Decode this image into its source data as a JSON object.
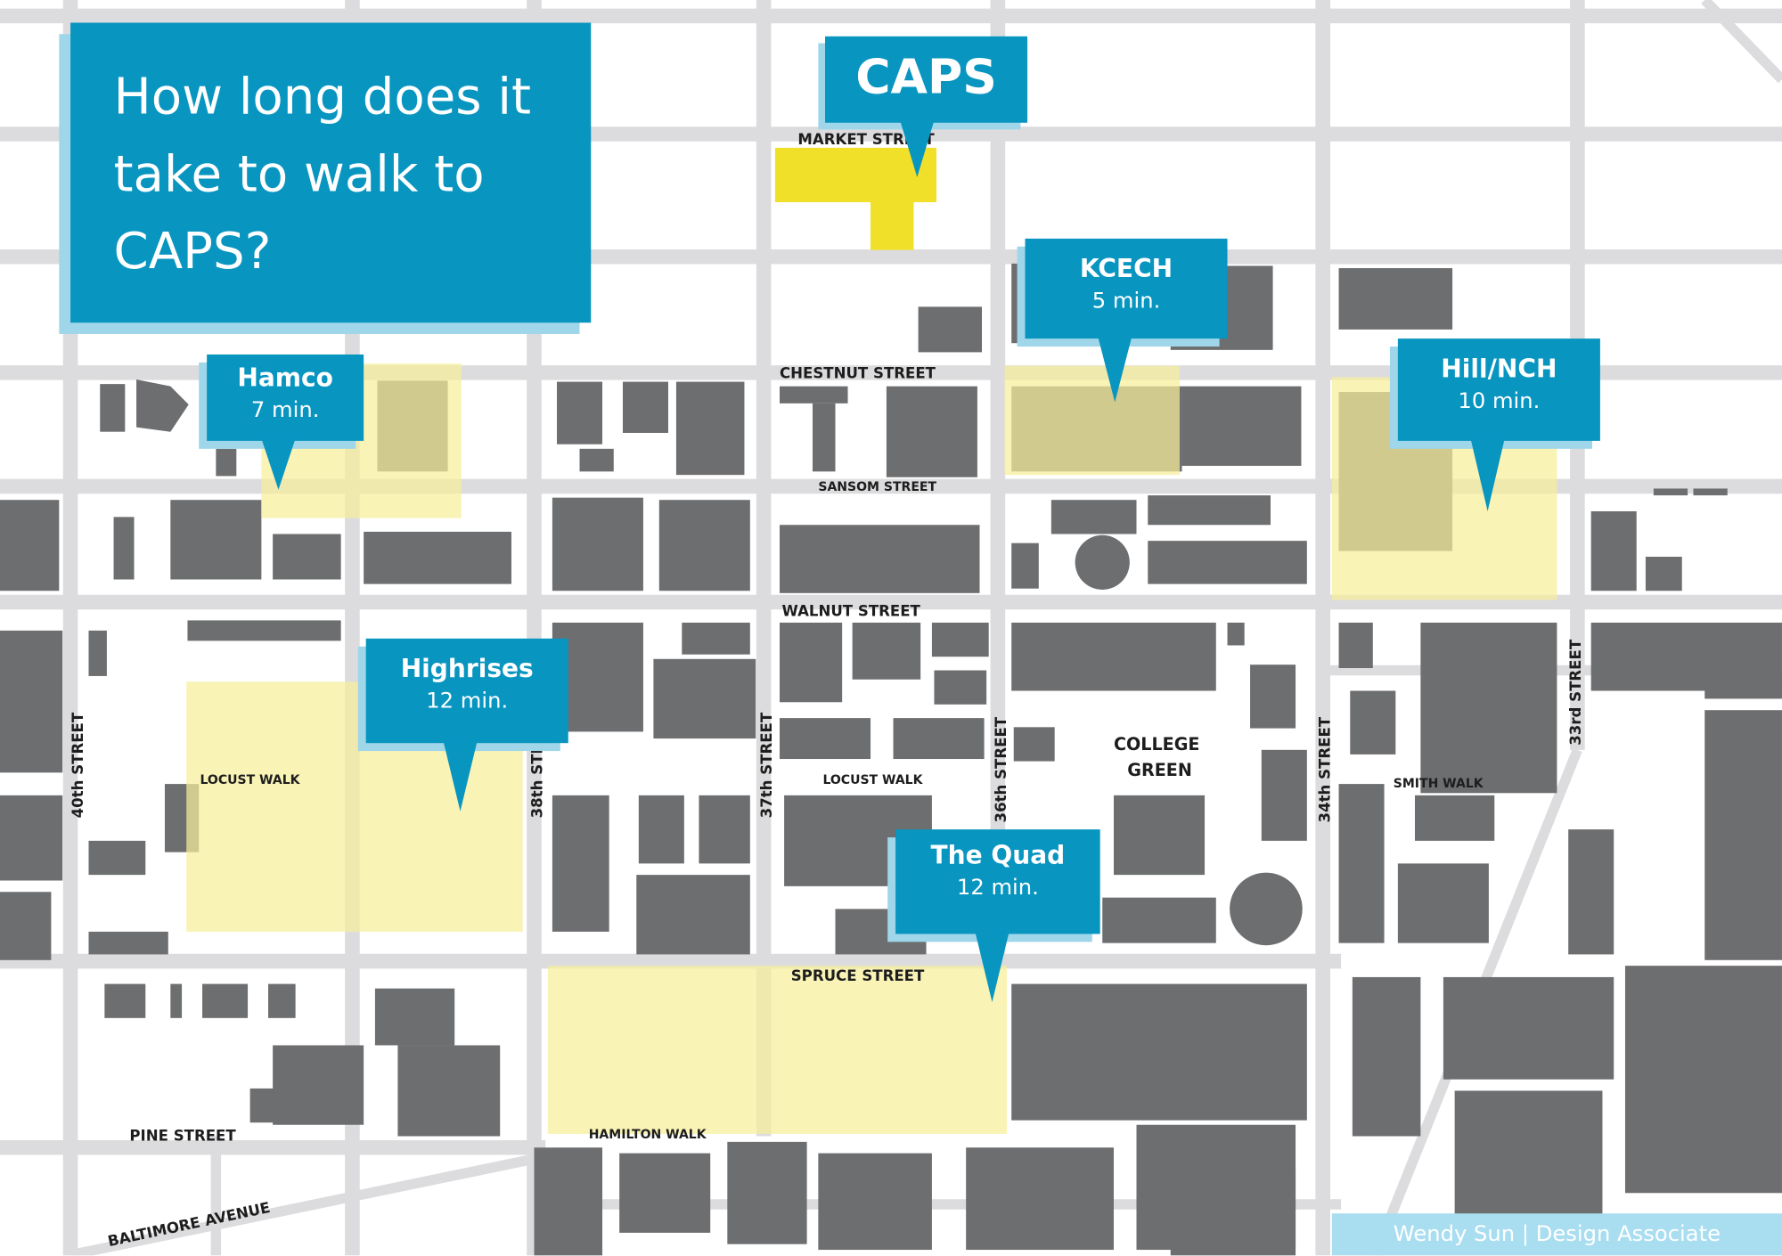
{
  "title": "How long does it take to walk to CAPS?",
  "destination": {
    "label": "CAPS",
    "color": "#f1e02a"
  },
  "callouts": [
    {
      "name": "Hamco",
      "time": "7 min."
    },
    {
      "name": "KCECH",
      "time": "5 min."
    },
    {
      "name": "Hill/NCH",
      "time": "10 min."
    },
    {
      "name": "Highrises",
      "time": "12 min."
    },
    {
      "name": "The Quad",
      "time": "12 min."
    }
  ],
  "streets": {
    "market": "MARKET STREET",
    "chestnut": "CHESTNUT STREET",
    "sansom": "SANSOM STREET",
    "walnut": "WALNUT STREET",
    "spruce": "SPRUCE STREET",
    "pine": "PINE STREET",
    "baltimore": "BALTIMORE AVENUE",
    "st40": "40th STREET",
    "st38": "38th STREET",
    "st37": "37th STREET",
    "st36": "36th STREET",
    "st34": "34th STREET",
    "st33": "33rd STREET"
  },
  "walks": {
    "locust_west": "LOCUST WALK",
    "locust_east": "LOCUST WALK",
    "smith": "SMITH WALK",
    "hamilton": "HAMILTON WALK"
  },
  "landmarks": {
    "college_green_1": "COLLEGE",
    "college_green_2": "GREEN"
  },
  "credit": "Wendy Sun | Design Associate",
  "colors": {
    "callout": "#0895c0",
    "callout_shadow": "#9fd6e9",
    "zone_highlight": "#f6ee9a",
    "building": "#6d6e70",
    "road": "#dcdcde",
    "block": "#ffffff"
  }
}
